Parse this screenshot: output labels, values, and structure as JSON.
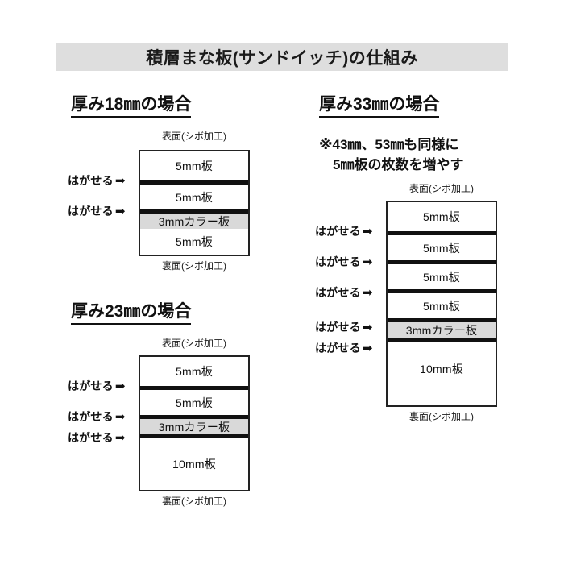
{
  "title": {
    "text": "積層まな板(サンドイッチ)の仕組み"
  },
  "labels": {
    "top_surface": "表面(シボ加工)",
    "bottom_surface": "裏面(シボ加工)",
    "peelable": "はがせる",
    "arrow_icon": "➡"
  },
  "colors": {
    "banner_bg": "#dedede",
    "color_layer_bg": "#d9d9d9",
    "stroke": "#222222",
    "text": "#111111",
    "page_bg": "#ffffff"
  },
  "sections": [
    {
      "id": "thickness-18",
      "heading": "厚み18㎜の場合",
      "top_label": "表面(シボ加工)",
      "bottom_label": "裏面(シボ加工)",
      "layers": [
        {
          "label": "5mm板",
          "type": "plain",
          "peelable_above": false
        },
        {
          "label": "5mm板",
          "type": "plain",
          "peelable_above": true
        },
        {
          "label": "3mmカラー板",
          "type": "color",
          "peelable_above": true
        },
        {
          "label": "5mm板",
          "type": "plain",
          "peelable_above": false
        }
      ]
    },
    {
      "id": "thickness-23",
      "heading": "厚み23㎜の場合",
      "top_label": "表面(シボ加工)",
      "bottom_label": "裏面(シボ加工)",
      "layers": [
        {
          "label": "5mm板",
          "type": "plain",
          "peelable_above": false
        },
        {
          "label": "5mm板",
          "type": "plain",
          "peelable_above": true
        },
        {
          "label": "3mmカラー板",
          "type": "color",
          "peelable_above": true
        },
        {
          "label": "10mm板",
          "type": "plain",
          "peelable_above": true
        }
      ]
    },
    {
      "id": "thickness-33",
      "heading": "厚み33㎜の場合",
      "note": "※43㎜、53㎜も同様に\n　5㎜板の枚数を増やす",
      "top_label": "表面(シボ加工)",
      "bottom_label": "裏面(シボ加工)",
      "layers": [
        {
          "label": "5mm板",
          "type": "plain",
          "peelable_above": false
        },
        {
          "label": "5mm板",
          "type": "plain",
          "peelable_above": true
        },
        {
          "label": "5mm板",
          "type": "plain",
          "peelable_above": true
        },
        {
          "label": "5mm板",
          "type": "plain",
          "peelable_above": true
        },
        {
          "label": "3mmカラー板",
          "type": "color",
          "peelable_above": true
        },
        {
          "label": "10mm板",
          "type": "plain",
          "peelable_above": true
        }
      ]
    }
  ]
}
